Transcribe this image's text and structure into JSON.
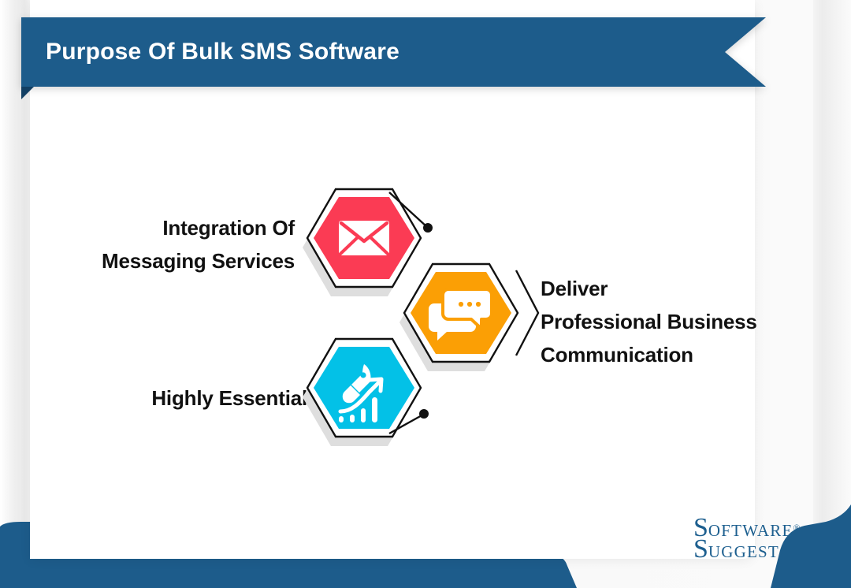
{
  "header": {
    "title": "Purpose Of Bulk SMS Software",
    "banner_color": "#1d5c8b",
    "fold_color": "#123f63",
    "title_color": "#ffffff"
  },
  "theme": {
    "page_background": "#f4f4f4",
    "card_background": "#ffffff",
    "accent_blue": "#1d5c8b",
    "text_color": "#111111",
    "outline_color": "#111111",
    "shadow_color": "#d8d8d8"
  },
  "diagram": {
    "type": "hexagon-cluster",
    "nodes": [
      {
        "id": "integration",
        "label": "Integration Of\nMessaging Services",
        "label_side": "left",
        "color": "#fb3b54",
        "icon": "envelope-icon",
        "connector_side": "right"
      },
      {
        "id": "deliver",
        "label": "Deliver\nProfessional Business\nCommunication",
        "label_side": "right",
        "color": "#fb9f05",
        "icon": "chat-bubbles-icon",
        "connector_side": "left"
      },
      {
        "id": "essential",
        "label": "Highly Essential",
        "label_side": "left",
        "color": "#03c1e7",
        "icon": "rocket-growth-icon",
        "connector_side": "right"
      }
    ]
  },
  "logo": {
    "line1_cap": "S",
    "line1_rest": "OFTWARE",
    "registered": "®",
    "line2_cap": "S",
    "line2_rest": "UGGEST",
    "color": "#1d5f8f"
  }
}
